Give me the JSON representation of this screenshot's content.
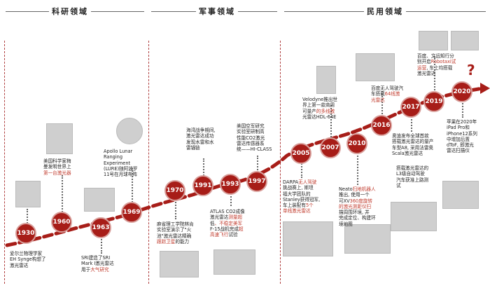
{
  "sections": [
    {
      "label": "科研领域"
    },
    {
      "label": "军事领域"
    },
    {
      "label": "民用领域"
    }
  ],
  "milestones": [
    {
      "year": "1930"
    },
    {
      "year": "1960"
    },
    {
      "year": "1963"
    },
    {
      "year": "1969"
    },
    {
      "year": "1970"
    },
    {
      "year": "1991"
    },
    {
      "year": "1993"
    },
    {
      "year": "1997"
    },
    {
      "year": "2005"
    },
    {
      "year": "2007"
    },
    {
      "year": "2010"
    },
    {
      "year": "2016"
    },
    {
      "year": "2017"
    },
    {
      "year": "2019"
    },
    {
      "year": "2020"
    }
  ],
  "notes": {
    "n1930": {
      "a": "爱尔兰物理学家",
      "b": "EH Synge构想了",
      "c": "激光雷达"
    },
    "n1960": {
      "a": "美国科学家梅",
      "b": "曼发明世界上",
      "c": "第一台激光器"
    },
    "n1963": {
      "a": "SRI建造了SRI",
      "b": "Mark I激光雷达",
      "c": "用于",
      "c_hl": "大气研究"
    },
    "n1969": {
      "a": "Apollo Lunar",
      "b": "Ranging",
      "c": "Experiment",
      "d": "(LURE)随阿波罗",
      "e": "11号在月球布阵"
    },
    "n1970": {
      "a": "麻省理工学院林肯",
      "b": "实验室演示了\"火",
      "c": "池\"激光雷达精确",
      "d_hl": "跟踪卫星",
      "d": "的能力"
    },
    "n1991": {
      "a": "海湾战争期间,",
      "b": "激光雷达成功",
      "c": "发现水雷和水",
      "d": "雷锚链"
    },
    "n1993": {
      "a": "ATLAS CO2成像",
      "b": "激光雷达",
      "b_hl": "测量超",
      "c": "低",
      "c_hl": "、不稳定美军",
      "d": "F-15战机完成",
      "d_hl": "超",
      "e_hl": "高速飞行",
      "e": "试验"
    },
    "n1997": {
      "a": "美国空军研究",
      "b": "实验室研制高",
      "c": "性能CO2激光",
      "d": "雷达传感器系",
      "e": "统——HI-CLASS"
    },
    "n2005": {
      "a": "DARPA",
      "a_hl": "无人驾驶",
      "b": "挑战赛上, 斯坦",
      "c": "福大学团队的",
      "d": "Stanley获得冠军,",
      "e": "车上装配有",
      "e_hl": "5个",
      "f_hl": "单线激光雷达"
    },
    "nVelo": {
      "a": "Velodyne推出世",
      "b": "界上第一款商用",
      "c": "可量产",
      "c_hl": "的多线激",
      "d": "光雷达HDL-64E"
    },
    "nNeato": {
      "a": "Neato",
      "a_hl": "扫地机器人",
      "b": "推出, 使用一个",
      "c": "可XV",
      "c_hl": "360度旋转",
      "d_hl": "的激光测距仪扫",
      "e": "描周围环境, 并",
      "f": "完成定位、构建环",
      "g": "境地图"
    },
    "nBaidu1": {
      "a": "百度无人驾驶汽",
      "b": "车搭载",
      "b_hl": "64线激",
      "c_hl": "光雷达"
    },
    "nBaidu2": {
      "a": "百度、文远知行分",
      "b": "别开启",
      "b_hl": "Robotaxi试",
      "c_hl": "运营",
      "c": ", 车上均搭载",
      "d": "激光雷达"
    },
    "nAudi": {
      "a": "奥迪发布全球首款",
      "b": "搭载激光雷达的量产",
      "c": "车型A8, 采用法雷奥",
      "d": "Scala激光雷达"
    },
    "nAuto": {
      "a": "搭载激光雷达的",
      "b": "L3级自动驾驶",
      "c": "汽车获准上路测",
      "d": "试"
    },
    "nApple": {
      "a": "苹果在2020年",
      "b": "iPad Pro和",
      "c": "iPhone12系列",
      "d": "中增加后置",
      "e": "dToF, 即激光",
      "f": "雷达扫描仪"
    }
  },
  "colors": {
    "accent": "#a71d18",
    "highlight": "#c0392b"
  }
}
